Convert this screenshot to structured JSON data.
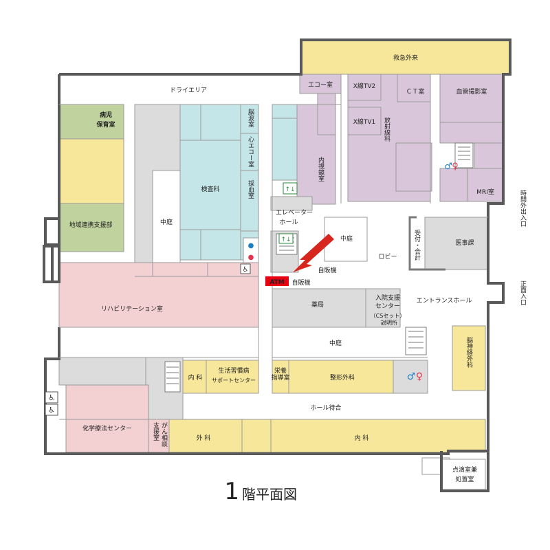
{
  "map": {
    "title_number": "1",
    "title_text": "階平面図",
    "rooms": {
      "emergency": "救急外来",
      "dry_area": "ドライエリア",
      "echo": "エコー室",
      "xray_tv2": "X線TV2",
      "xray_tv1": "X線TV1",
      "ct": "ＣＴ室",
      "angiography": "血管撮影室",
      "radiology": "放射線科",
      "mri": "MRI室",
      "sick_child_1": "病児",
      "sick_child_2": "保育室",
      "eeg": "脳波室",
      "cardiac_echo": "心エコー室",
      "blood_draw": "採血室",
      "lab": "検査科",
      "endoscopy": "内視鏡室",
      "courtyard_1": "中庭",
      "courtyard_2": "中庭",
      "courtyard_3": "中庭",
      "community": "地域連携支援部",
      "elevator_hall_1": "エレベーター",
      "elevator_hall_2": "ホール",
      "vending_1": "自販機",
      "vending_2": "自販機",
      "lobby": "ロビー",
      "reception": "受付・会計",
      "medical_affairs": "医事課",
      "rehab": "リハビリテーション室",
      "pharmacy": "薬局",
      "admission_1": "入院支援",
      "admission_2": "センター",
      "cs_set_1": "（CSセット）",
      "cs_set_2": "説明所",
      "entrance_hall": "エントランスホール",
      "neurosurgery": "脳神経外科",
      "internal_small": "内 科",
      "lifestyle_1": "生活習慣病",
      "lifestyle_2": "サポートセンター",
      "nutrition_1": "栄養",
      "nutrition_2": "指導室",
      "orthopedics": "整形外科",
      "hall_waiting": "ホール待合",
      "chemo": "化学療法センター",
      "cancer_1": "支援室",
      "cancer_2": "がん相談",
      "surgery": "外 科",
      "internal": "内 科",
      "drip_1": "点滴室兼",
      "drip_2": "処置室",
      "night_entrance": "時間外出入口",
      "main_entrance": "正面入口",
      "atm": "ATM"
    }
  },
  "colors": {
    "emergency": "#f7e79a",
    "purple": "#d9c6da",
    "lightblue": "#c5e6e8",
    "green": "#c0d39e",
    "pink": "#f3d0d1",
    "gray": "#dcdcdc",
    "wall": "#595959",
    "atm": "#e60012",
    "arrow": "#d7261e",
    "restroom_male": "#1a7fc4",
    "restroom_female": "#e5334d"
  },
  "icons": [
    "wheelchair-icon",
    "elevator-icon",
    "restroom-icon",
    "arrow-icon"
  ]
}
